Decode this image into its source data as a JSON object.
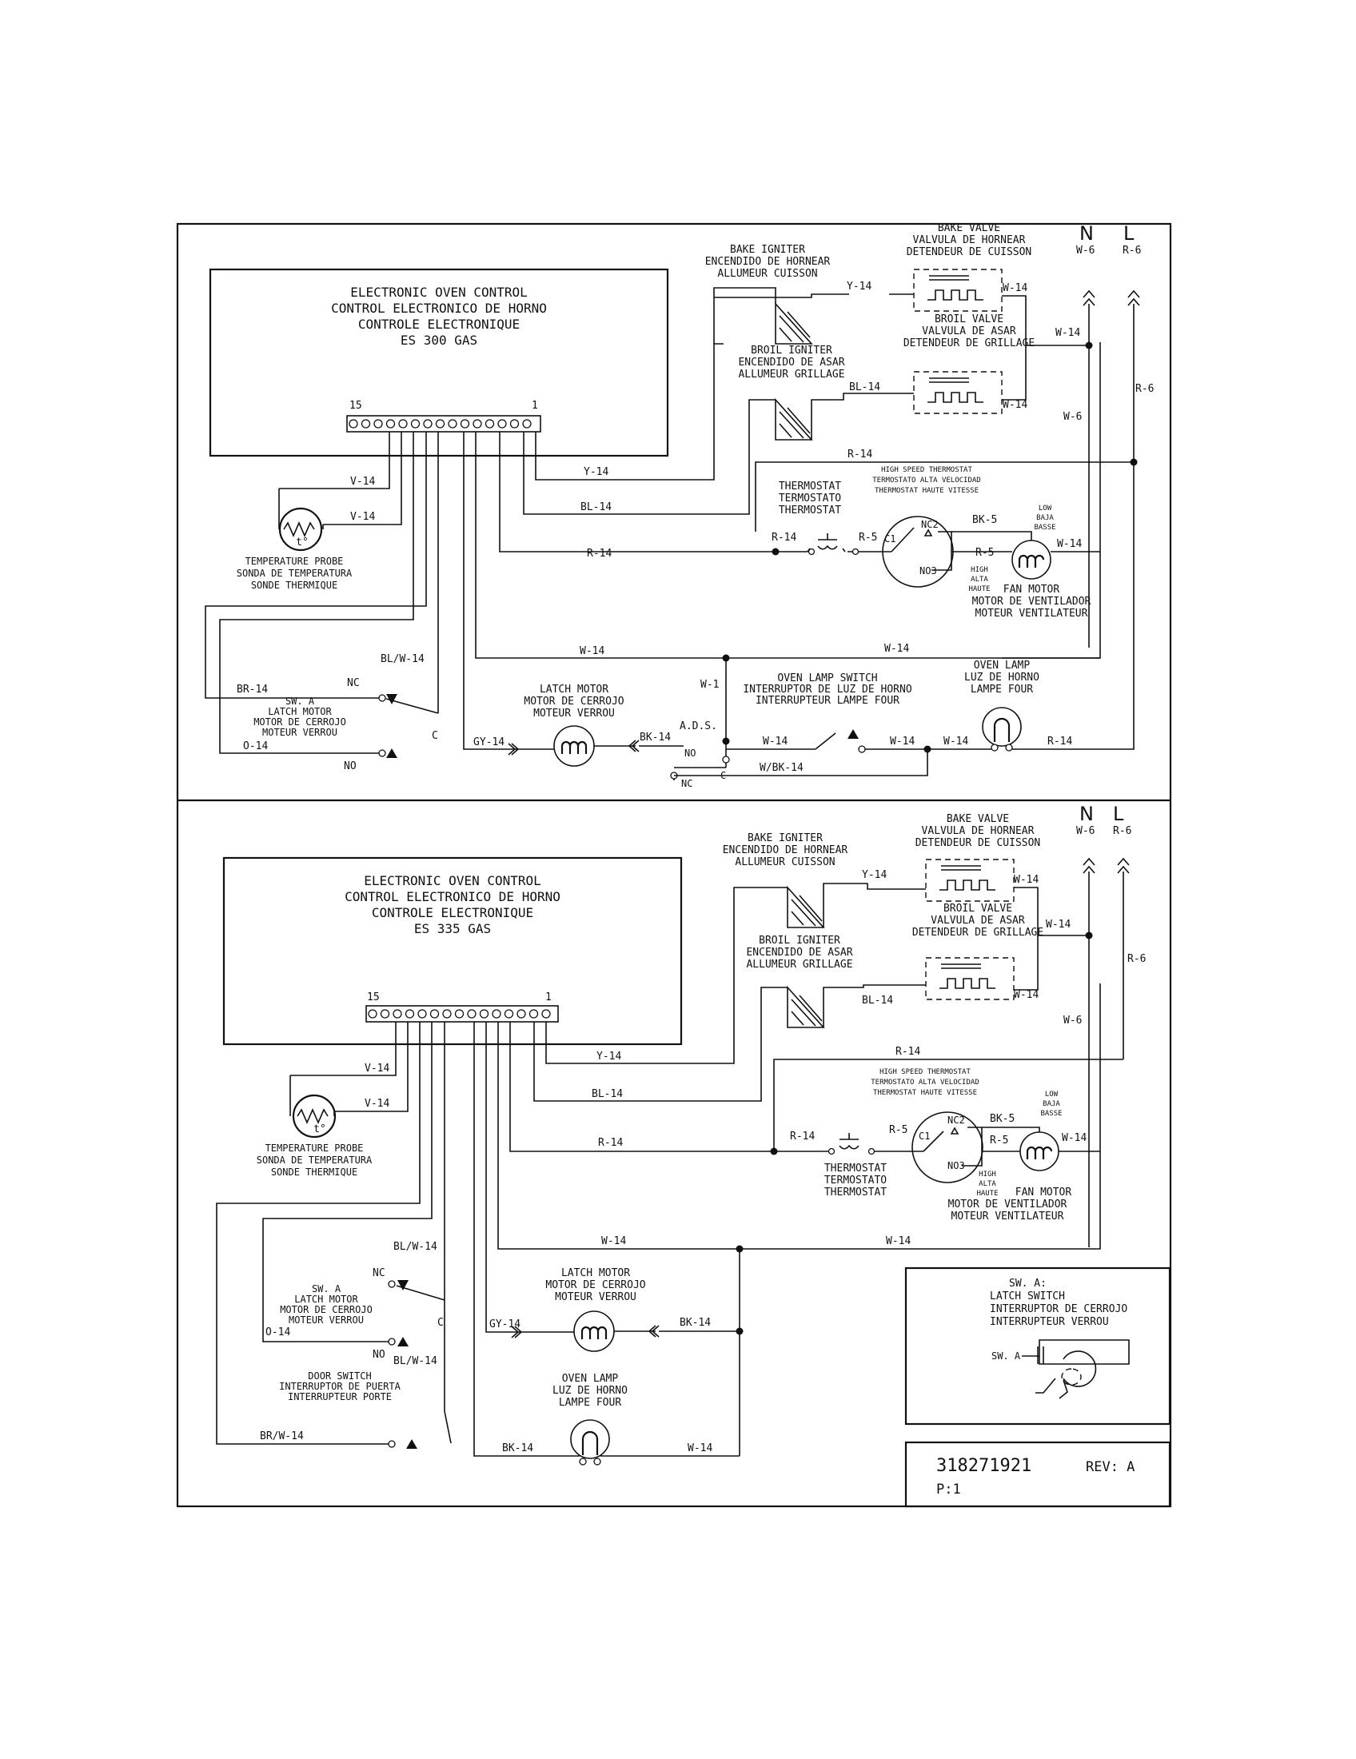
{
  "diagram_a": {
    "control": {
      "line1": "ELECTRONIC OVEN CONTROL",
      "line2": "CONTROL ELECTRONICO DE HORNO",
      "line3": "CONTROLE ELECTRONIQUE",
      "model": "ES 300 GAS",
      "pin_first": "15",
      "pin_last": "1"
    },
    "bake_igniter": [
      "BAKE IGNITER",
      "ENCENDIDO DE HORNEAR",
      "ALLUMEUR CUISSON"
    ],
    "broil_igniter": [
      "BROIL IGNITER",
      "ENCENDIDO DE ASAR",
      "ALLUMEUR GRILLAGE"
    ],
    "bake_valve": [
      "BAKE VALVE",
      "VALVULA DE HORNEAR",
      "DETENDEUR DE CUISSON"
    ],
    "broil_valve": [
      "BROIL VALVE",
      "VALVULA DE ASAR",
      "DETENDEUR DE GRILLAGE"
    ],
    "temp_probe": [
      "TEMPERATURE PROBE",
      "SONDA DE TEMPERATURA",
      "SONDE THERMIQUE"
    ],
    "thermostat": [
      "THERMOSTAT",
      "TERMOSTATO",
      "THERMOSTAT"
    ],
    "hs_thermostat": [
      "HIGH SPEED THERMOSTAT",
      "TERMOSTATO ALTA VELOCIDAD",
      "THERMOSTAT HAUTE VITESSE"
    ],
    "low": [
      "LOW",
      "BAJA",
      "BASSE"
    ],
    "high": [
      "HIGH",
      "ALTA",
      "HAUTE"
    ],
    "fan_motor": [
      "FAN MOTOR",
      "MOTOR DE VENTILADOR",
      "MOTEUR VENTILATEUR"
    ],
    "latch_motor": [
      "LATCH MOTOR",
      "MOTOR DE CERROJO",
      "MOTEUR VERROU"
    ],
    "sw_a": [
      "SW. A",
      "LATCH MOTOR",
      "MOTOR DE CERROJO",
      "MOTEUR VERROU"
    ],
    "lamp_switch": [
      "OVEN LAMP SWITCH",
      "INTERRUPTOR DE LUZ DE HORNO",
      "INTERRUPTEUR LAMPE FOUR"
    ],
    "oven_lamp": [
      "OVEN LAMP",
      "LUZ DE HORNO",
      "LAMPE FOUR"
    ],
    "ads": "A.D.S.",
    "wires": {
      "y14": "Y-14",
      "bl14": "BL-14",
      "r14": "R-14",
      "w14": "W-14",
      "w6": "W-6",
      "r6": "R-6",
      "w1": "W-1",
      "v14": "V-14",
      "blw14": "BL/W-14",
      "br14": "BR-14",
      "o14": "O-14",
      "gy14": "GY-14",
      "bk14": "BK-14",
      "wbk14": "W/BK-14",
      "bk5": "BK-5",
      "r5": "R-5"
    },
    "contacts": {
      "nc": "NC",
      "no": "NO",
      "c": "C",
      "nc2": "NC2",
      "no3": "NO3",
      "c1": "C1",
      "n": "N",
      "l": "L",
      "t": "t°"
    }
  },
  "diagram_b": {
    "control": {
      "line1": "ELECTRONIC OVEN CONTROL",
      "line2": "CONTROL ELECTRONICO DE HORNO",
      "line3": "CONTROLE ELECTRONIQUE",
      "model": "ES 335 GAS",
      "pin_first": "15",
      "pin_last": "1"
    },
    "door_switch": [
      "DOOR SWITCH",
      "INTERRUPTOR DE PUERTA",
      "INTERRUPTEUR PORTE"
    ],
    "brw14": "BR/W-14",
    "legend": {
      "title": "SW. A:",
      "line1": "LATCH SWITCH",
      "line2": "INTERRUPTOR DE CERROJO",
      "line3": "INTERRUPTEUR VERROU",
      "sw_label": "SW. A"
    }
  },
  "doc": {
    "part_number": "318271921",
    "rev": "REV: A",
    "page": "P:1"
  }
}
